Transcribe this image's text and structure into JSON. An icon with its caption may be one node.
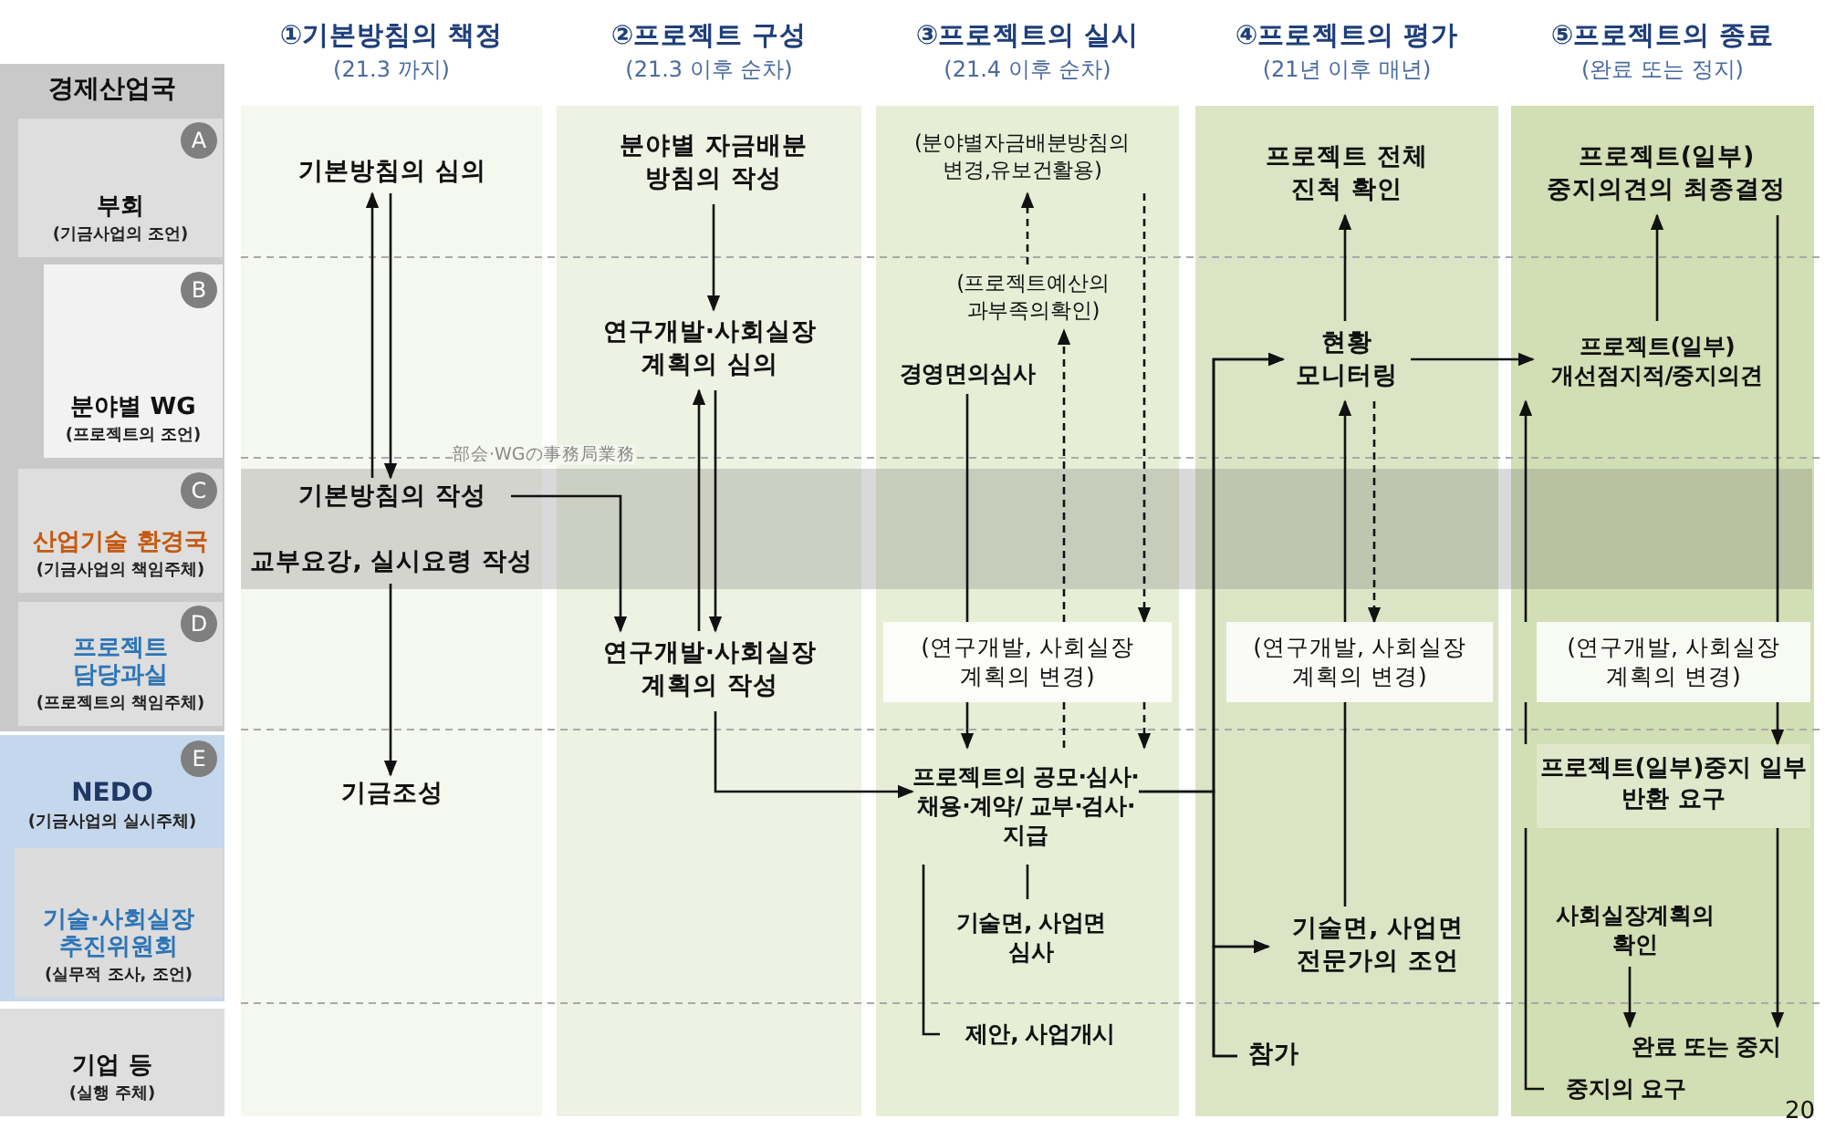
{
  "diagram": {
    "nodes": [
      {
        "text": [
          "경제산업국"
        ]
      },
      {
        "text": [
          "부회",
          "(기금사업의 조언)"
        ],
        "in": 0
      },
      {
        "text": [
          "A"
        ],
        "in": 1
      },
      {
        "text": [
          "분야별 WG",
          "(프로젝트의 조언)"
        ],
        "in": 0
      },
      {
        "text": [
          "B"
        ],
        "in": 3
      },
      {
        "text": [
          "산업기술 환경국",
          "(기금사업의 책임주체)"
        ],
        "in": 0
      },
      {
        "text": [
          "C"
        ],
        "in": 5
      },
      {
        "text": [
          "프로젝트 담당과실",
          "(프로젝트의 책임주체)"
        ],
        "in": 0
      },
      {
        "text": [
          "D"
        ],
        "in": 7
      },
      {
        "text": [
          "NEDO",
          "(기금사업의 실시주체)"
        ]
      },
      {
        "text": [
          "E"
        ],
        "in": 9
      },
      {
        "text": [
          "기술·사회실장 추진위원회",
          "(실무적 조사, 조언)"
        ],
        "in": 9
      },
      {
        "text": [
          "기업 등",
          "(실행 주체)"
        ]
      },
      {
        "text": [
          "①기본방침의 책정",
          "(21.3 까지)"
        ]
      },
      {
        "text": [
          "②프로젝트 구성",
          "(21.3 이후 순차)"
        ]
      },
      {
        "text": [
          "③프로젝트의 실시",
          "(21.4 이후 순차)"
        ]
      },
      {
        "text": [
          "④프로젝트의 평가",
          "(21년 이후 매년)"
        ]
      },
      {
        "text": [
          "⑤프로젝트의 종료",
          "(완료 또는 정지)"
        ]
      },
      {
        "text": [
          "기본방침의 심의"
        ],
        "in": 13
      },
      {
        "text": [
          "기본방침의 작성"
        ],
        "in": 13
      },
      {
        "text": [
          "교부요강, 실시요령 작성"
        ],
        "in": 13
      },
      {
        "text": [
          "기금조성"
        ],
        "in": 13
      },
      {
        "text": [
          "분야별 자금배분 방침의 작성"
        ],
        "in": 14
      },
      {
        "text": [
          "연구개발·사회실장 계획의 심의"
        ],
        "in": 14
      },
      {
        "text": [
          "연구개발·사회실장 계획의 작성"
        ],
        "in": 14
      },
      {
        "text": [
          "(분야별자금배분방침의 변경,유보건활용)"
        ],
        "in": 15
      },
      {
        "text": [
          "(프로젝트예산의 과부족의확인)"
        ],
        "in": 15
      },
      {
        "text": [
          "경영면의심사"
        ],
        "in": 15
      },
      {
        "text": [
          "(연구개발, 사회실장 계획의 변경)"
        ],
        "in": 15
      },
      {
        "text": [
          "프로젝트의 공모·심사·채용·계약/ 교부·검사·지급"
        ],
        "in": 15
      },
      {
        "text": [
          "기술면, 사업면 심사"
        ],
        "in": 15
      },
      {
        "text": [
          "제안, 사업개시"
        ],
        "in": 15
      },
      {
        "text": [
          "프로젝트 전체 진척 확인"
        ],
        "in": 16
      },
      {
        "text": [
          "현황 모니터링"
        ],
        "in": 16
      },
      {
        "text": [
          "(연구개발, 사회실장 계획의 변경)"
        ],
        "in": 16
      },
      {
        "text": [
          "기술면, 사업면 전문가의 조언"
        ],
        "in": 16
      },
      {
        "text": [
          "참가"
        ],
        "in": 16
      },
      {
        "text": [
          "프로젝트(일부) 중지의견의 최종결정"
        ],
        "in": 17
      },
      {
        "text": [
          "프로젝트(일부) 개선점지적/중지의견"
        ],
        "in": 17
      },
      {
        "text": [
          "(연구개발, 사회실장 계획의 변경)"
        ],
        "in": 17
      },
      {
        "text": [
          "프로젝트(일부)중지 일부 반환 요구"
        ],
        "in": 17
      },
      {
        "text": [
          "사회실장계획의 확인"
        ],
        "in": 17
      },
      {
        "text": [
          "완료 또는 중지"
        ],
        "in": 17
      },
      {
        "text": [
          "중지의 요구"
        ],
        "in": 17
      }
    ],
    "edges": [
      {
        "from": 19,
        "to": 18,
        "arrow": "to"
      },
      {
        "from": 18,
        "to": 19,
        "arrow": "to"
      },
      {
        "from": 20,
        "to": 21,
        "arrow": "to"
      },
      {
        "from": 22,
        "to": 23,
        "arrow": "to"
      },
      {
        "from": 24,
        "to": 23,
        "arrow": "to"
      },
      {
        "from": 23,
        "to": 24,
        "arrow": "to"
      },
      {
        "from": 19,
        "to": 24,
        "arrow": "to"
      },
      {
        "from": 24,
        "to": 29,
        "arrow": "to"
      },
      {
        "from": 27,
        "to": 28,
        "arrow": "none"
      },
      {
        "from": 28,
        "to": 29,
        "arrow": "to"
      },
      {
        "from": 29,
        "to": 28,
        "arrow": "none",
        "style": "dashed"
      },
      {
        "from": 28,
        "to": 26,
        "arrow": "to",
        "style": "dashed"
      },
      {
        "from": 26,
        "to": 25,
        "arrow": "to",
        "style": "dashed"
      },
      {
        "from": 25,
        "to": 28,
        "arrow": "to",
        "style": "dashed"
      },
      {
        "from": 28,
        "to": 29,
        "arrow": "to",
        "style": "dashed"
      },
      {
        "from": 29,
        "to": 33,
        "arrow": "to"
      },
      {
        "from": 29,
        "to": 35,
        "arrow": "to"
      },
      {
        "from": 36,
        "to": 33,
        "arrow": "to"
      },
      {
        "from": 36,
        "to": 35,
        "arrow": "to"
      },
      {
        "from": 33,
        "to": 32,
        "arrow": "to"
      },
      {
        "from": 35,
        "to": 34,
        "arrow": "none"
      },
      {
        "from": 34,
        "to": 33,
        "arrow": "to"
      },
      {
        "from": 33,
        "to": 34,
        "arrow": "to",
        "style": "dashed"
      },
      {
        "from": 33,
        "to": 38,
        "arrow": "to"
      },
      {
        "from": 38,
        "to": 37,
        "arrow": "to"
      },
      {
        "from": 43,
        "to": 40,
        "arrow": "none"
      },
      {
        "from": 40,
        "to": 39,
        "arrow": "none"
      },
      {
        "from": 39,
        "to": 38,
        "arrow": "to"
      },
      {
        "from": 37,
        "to": 39,
        "arrow": "none"
      },
      {
        "from": 39,
        "to": 40,
        "arrow": "to"
      },
      {
        "from": 40,
        "to": 42,
        "arrow": "to"
      },
      {
        "from": 41,
        "to": 42,
        "arrow": "to"
      },
      {
        "from": 29,
        "to": 30,
        "arrow": "none"
      },
      {
        "from": 31,
        "to": 29,
        "arrow": "none"
      }
    ],
    "labels": [
      "部会·WGの事務局業務",
      "20"
    ]
  }
}
